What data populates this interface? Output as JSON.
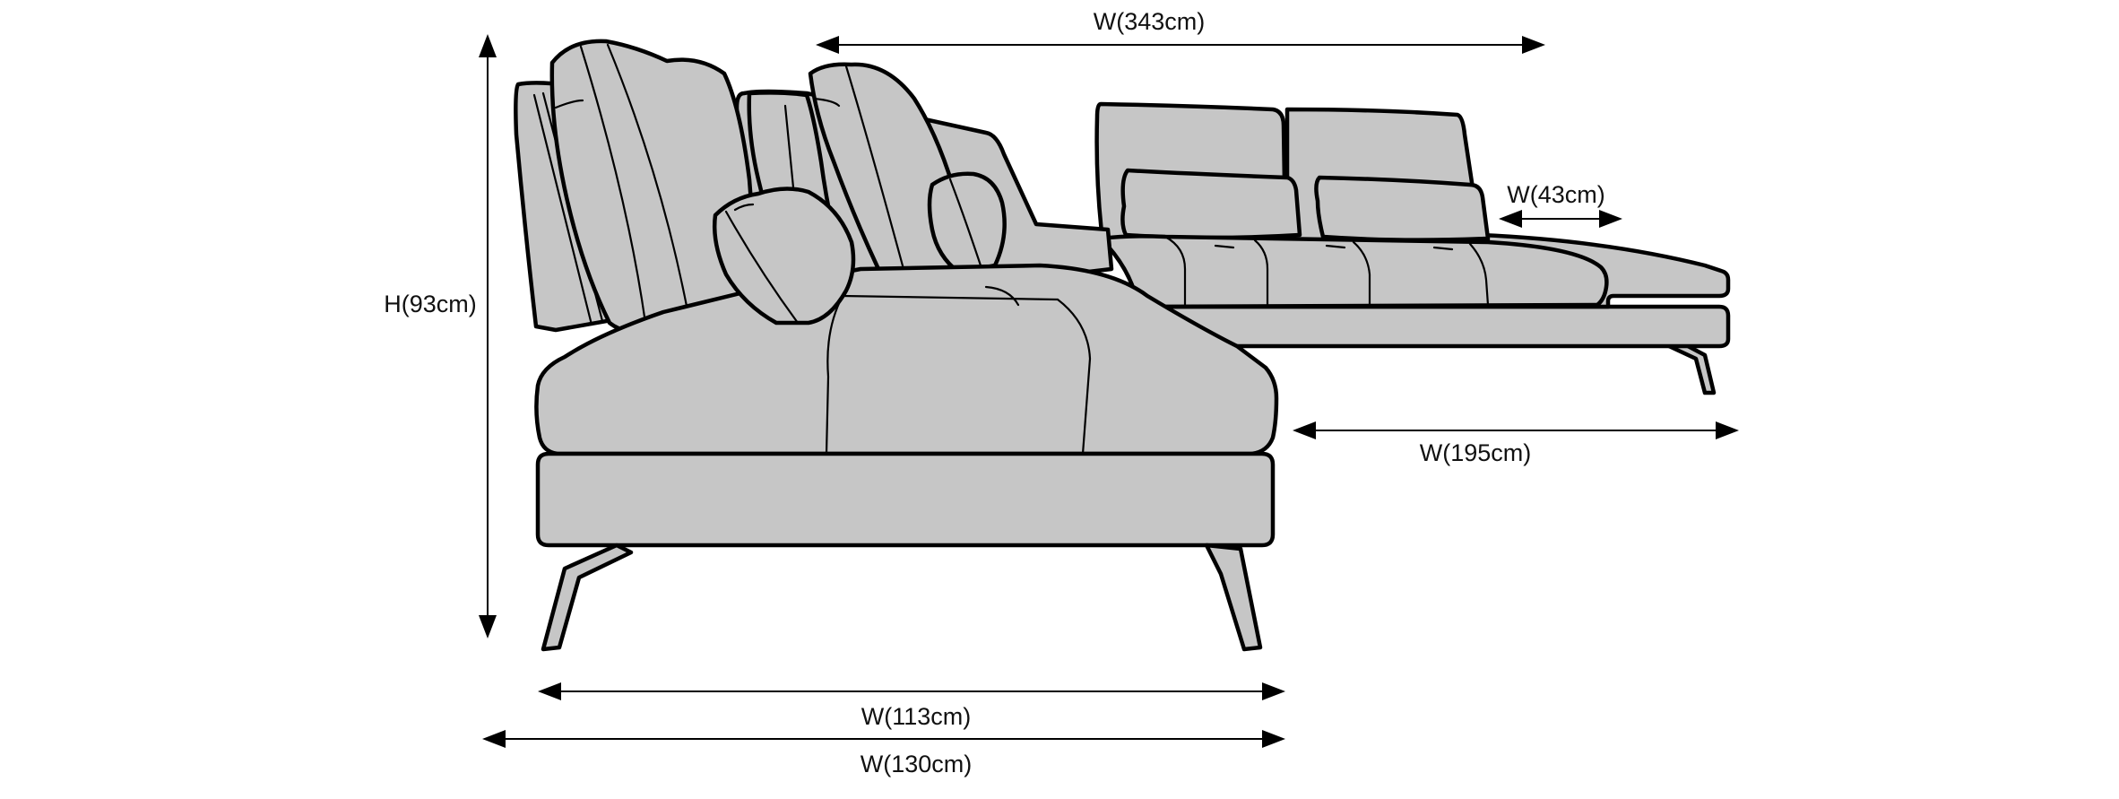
{
  "diagram": {
    "colors": {
      "fill": "#c6c6c6",
      "stroke": "#000000",
      "background": "#ffffff"
    },
    "dimensions": {
      "total_width": "W(343cm)",
      "height": "H(93cm)",
      "armrest_width": "W(43cm)",
      "chaise_seat_width": "W(113cm)",
      "chaise_total_width": "W(130cm)",
      "sofa_open_width": "W(195cm)"
    }
  }
}
